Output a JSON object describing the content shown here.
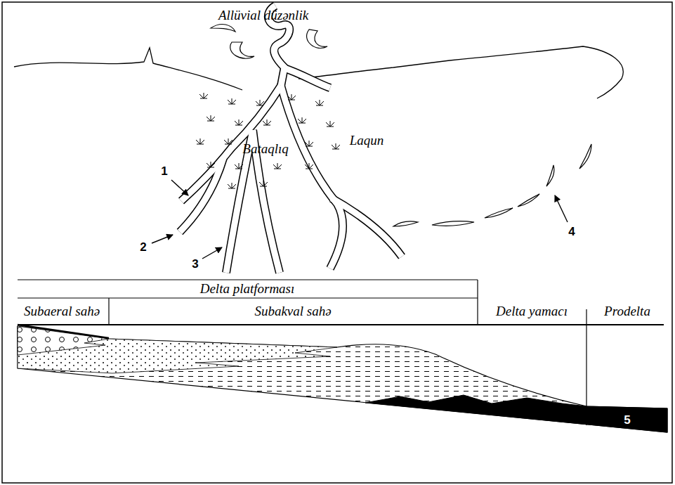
{
  "diagram": {
    "labels": [
      "Allüvial düzənlik",
      "Bataqlıq",
      "Laqun",
      "1",
      "2",
      "3",
      "4",
      "Delta platforması",
      "Subaeral sahə",
      "Subakval sahə",
      "Delta yamacı",
      "Prodelta",
      "5"
    ]
  }
}
